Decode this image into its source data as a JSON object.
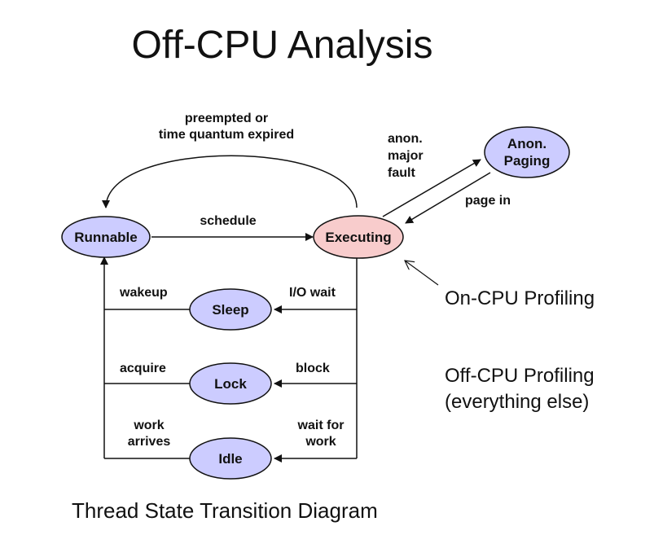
{
  "title": "Off-CPU Analysis",
  "caption": "Thread State Transition Diagram",
  "annotations": {
    "on_cpu": "On-CPU Profiling",
    "off_cpu_line1": "Off-CPU Profiling",
    "off_cpu_line2": "(everything else)"
  },
  "nodes": {
    "runnable": "Runnable",
    "executing": "Executing",
    "anon_paging_line1": "Anon.",
    "anon_paging_line2": "Paging",
    "sleep": "Sleep",
    "lock": "Lock",
    "idle": "Idle"
  },
  "edges": {
    "preempted_line1": "preempted or",
    "preempted_line2": "time quantum expired",
    "schedule": "schedule",
    "anon_fault_line1": "anon.",
    "anon_fault_line2": "major",
    "anon_fault_line3": "fault",
    "page_in": "page in",
    "wakeup": "wakeup",
    "io_wait": "I/O wait",
    "acquire": "acquire",
    "block": "block",
    "work_arrives_line1": "work",
    "work_arrives_line2": "arrives",
    "wait_for_work_line1": "wait for",
    "wait_for_work_line2": "work"
  },
  "colors": {
    "state_fill": "#ccccff",
    "executing_fill": "#f8cccc",
    "stroke": "#111111"
  }
}
